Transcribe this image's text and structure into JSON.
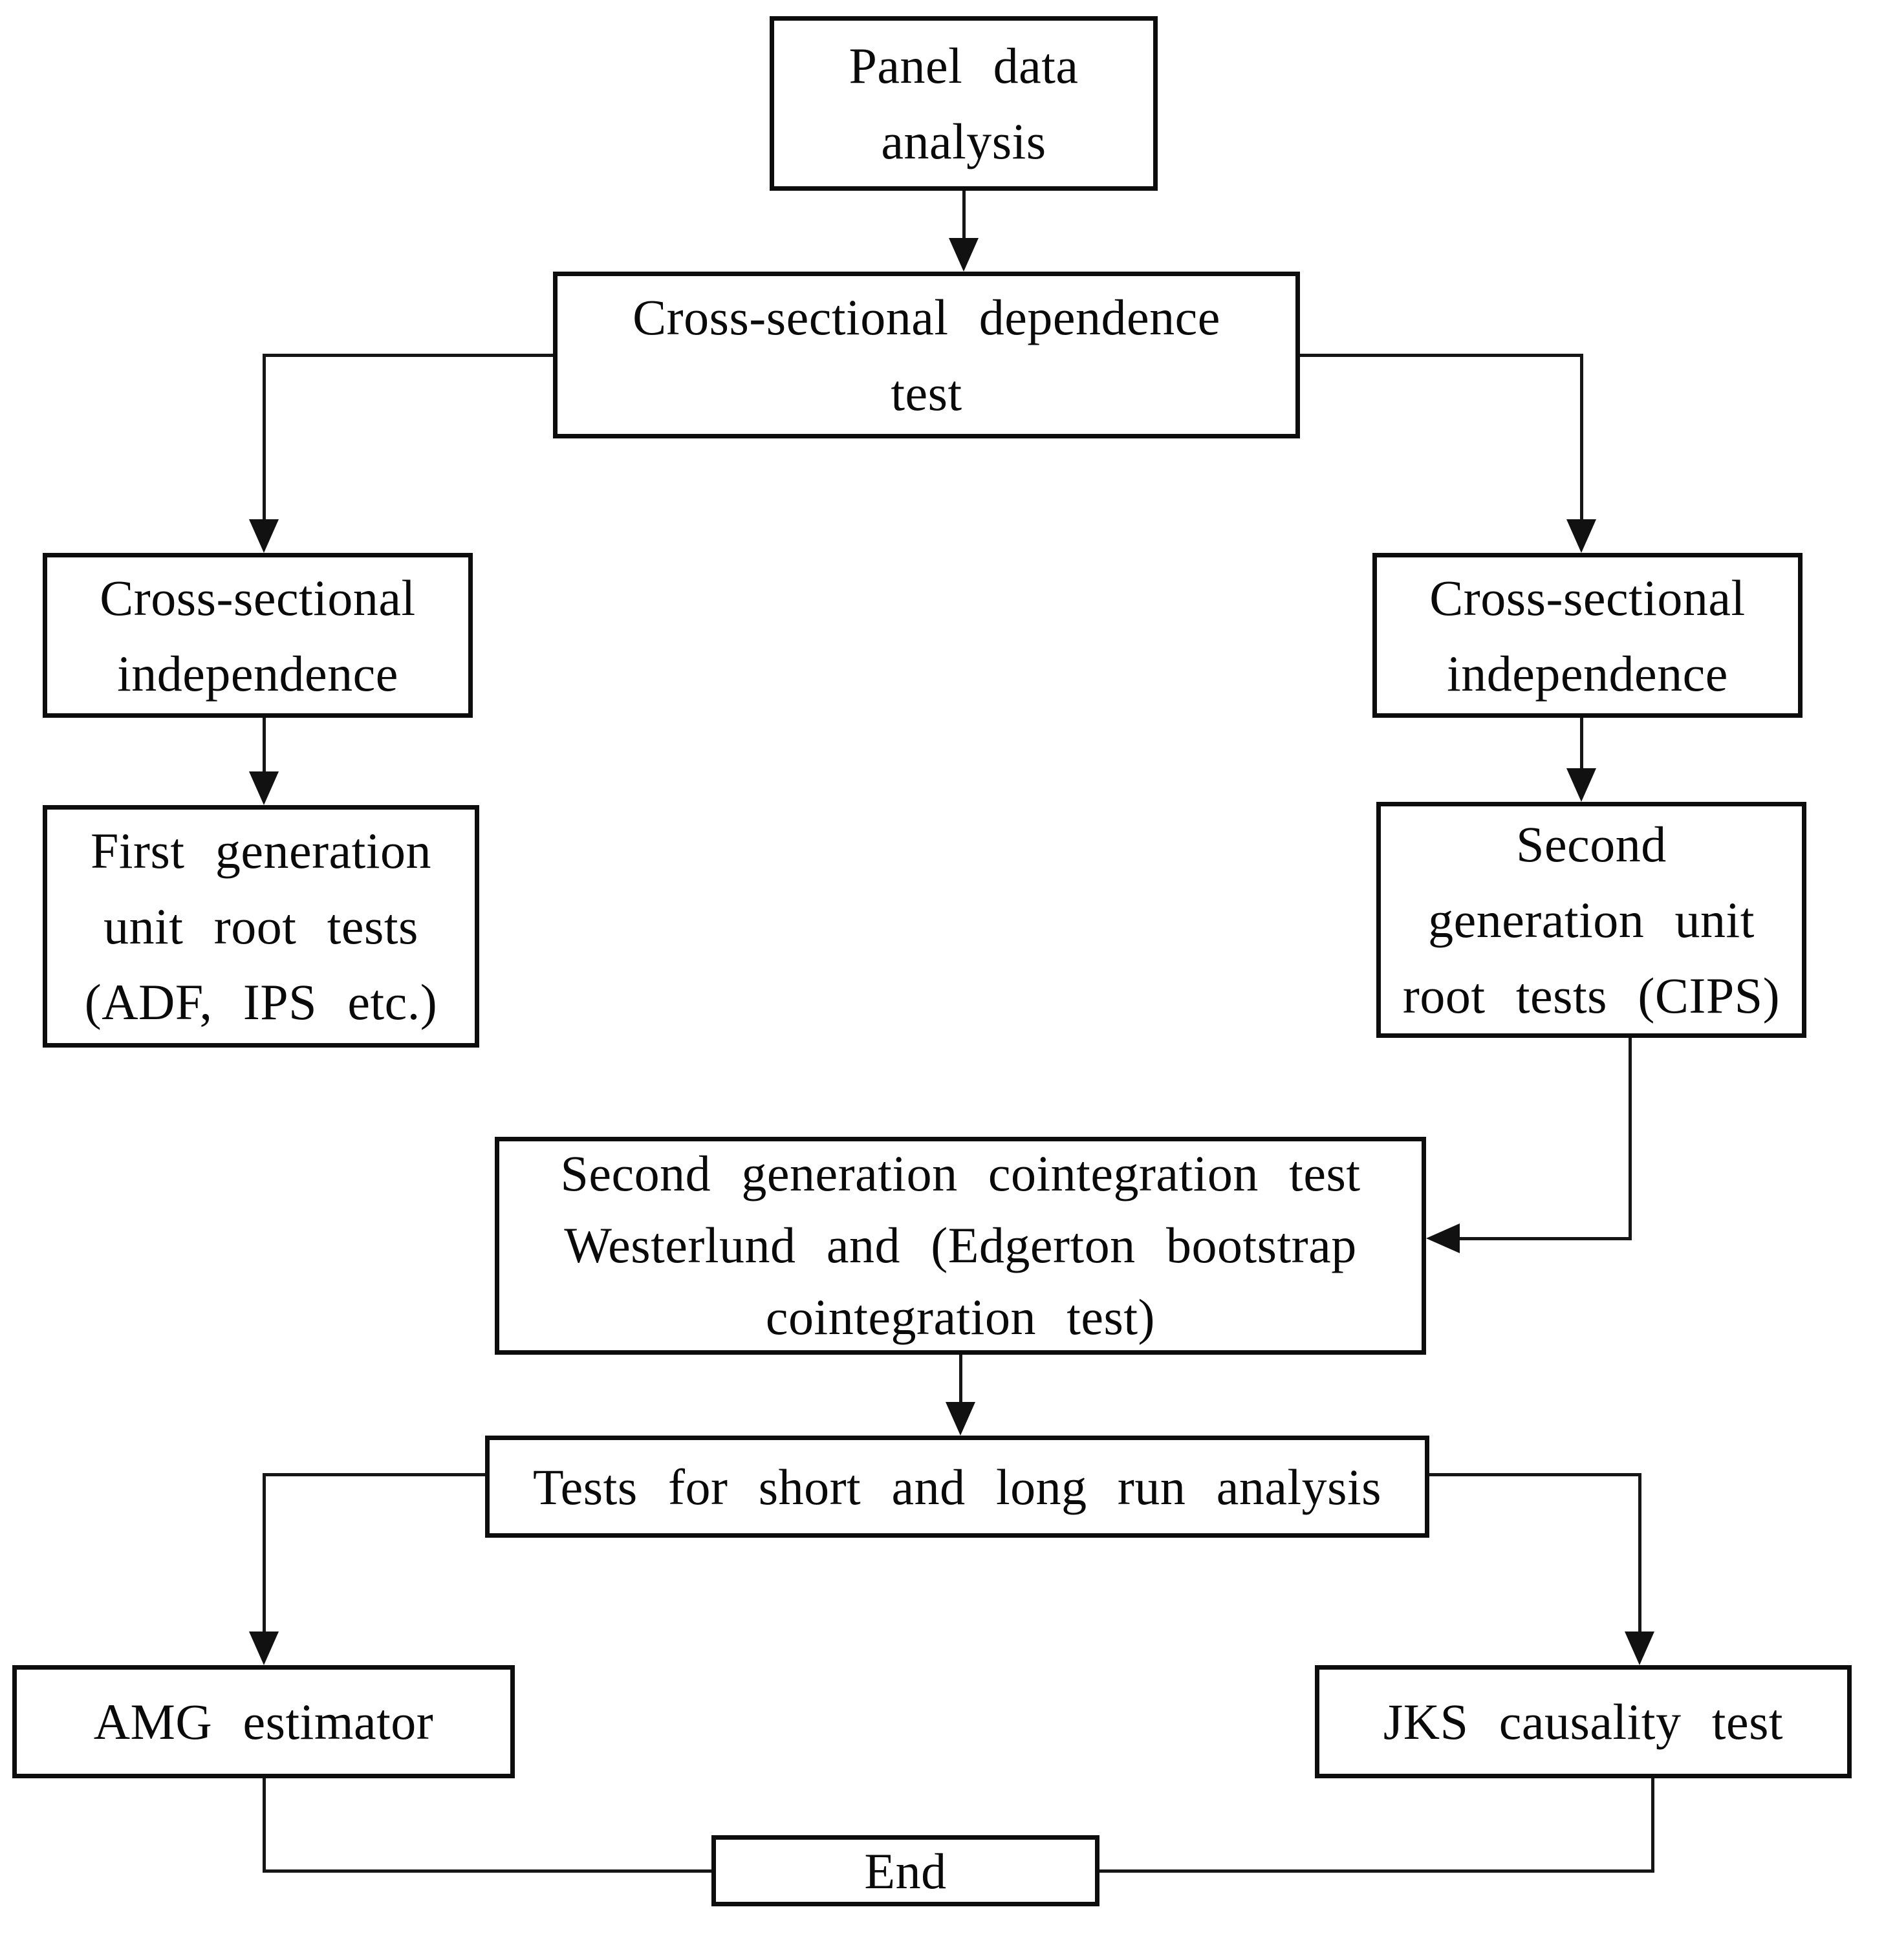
{
  "figure": {
    "type": "flowchart",
    "title": "Panel data analysis methodology flowchart",
    "colors": {
      "background": "#ffffff",
      "box_border": "#0d0d0d",
      "line": "#161616",
      "text": "#0a0a0a"
    }
  },
  "nodes": {
    "panel_data": {
      "label": [
        "Panel data",
        "analysis"
      ]
    },
    "csd_test": {
      "label": [
        "Cross-sectional dependence",
        "test"
      ]
    },
    "csi_left": {
      "label": [
        "Cross-sectional",
        "independence"
      ]
    },
    "csi_right": {
      "label": [
        "Cross-sectional",
        "independence"
      ]
    },
    "first_gen": {
      "label": [
        "First generation",
        "unit root tests",
        "(ADF, IPS etc.)"
      ]
    },
    "second_gen": {
      "label": [
        "Second",
        "generation unit",
        "root tests (CIPS)"
      ]
    },
    "cointegration": {
      "label": [
        "Second generation cointegration test",
        "Westerlund and (Edgerton bootstrap",
        "cointegration test)"
      ]
    },
    "tests_short_long": {
      "label": [
        "Tests for short and long run analysis"
      ]
    },
    "amg": {
      "label": [
        "AMG estimator"
      ]
    },
    "jks": {
      "label": [
        "JKS causality test"
      ]
    },
    "end": {
      "label": [
        "End"
      ]
    }
  }
}
